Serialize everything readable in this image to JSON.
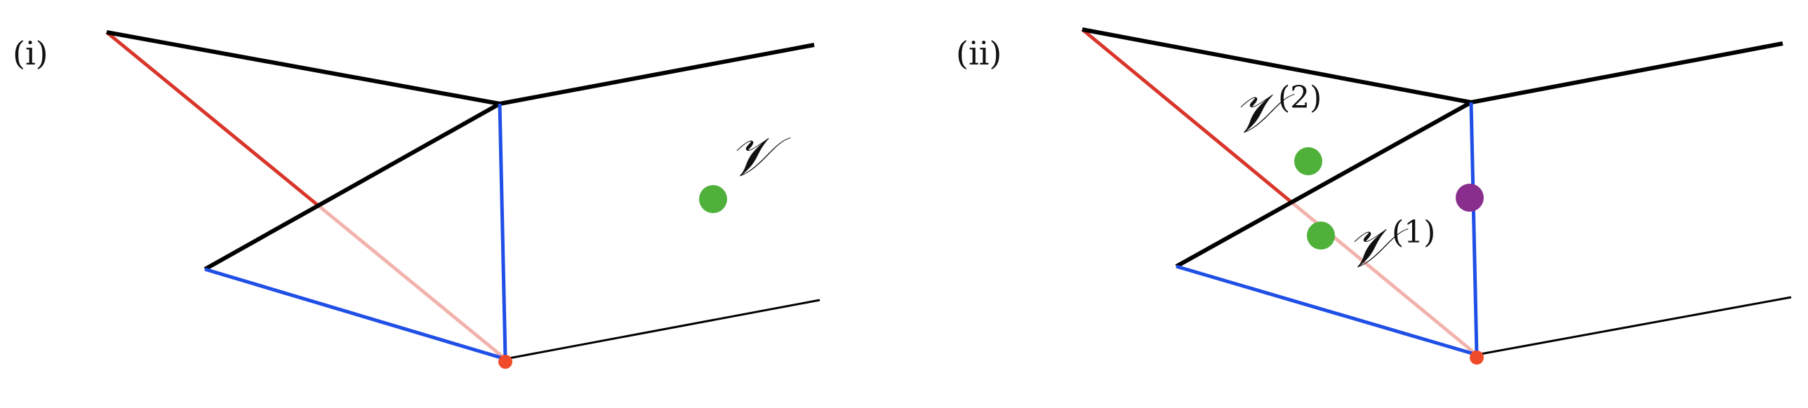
{
  "panels": [
    {
      "label": "(i)",
      "vertex_labels": [
        {
          "symbol": "𝒱",
          "superscript": ""
        }
      ]
    },
    {
      "label": "(ii)",
      "vertex_labels": [
        {
          "symbol": "𝒱",
          "superscript": "(2)"
        },
        {
          "symbol": "𝒱",
          "superscript": "(1)"
        }
      ]
    }
  ],
  "colors": {
    "edge": "#000000",
    "blue_edge": "#1f4fe6",
    "red_edge": "#d9352a",
    "red_edge_faint": "#f2b3ad",
    "red_dot": "#ef4b2b",
    "green_dot": "#4fb03a",
    "purple_dot": "#8a2e8e"
  }
}
